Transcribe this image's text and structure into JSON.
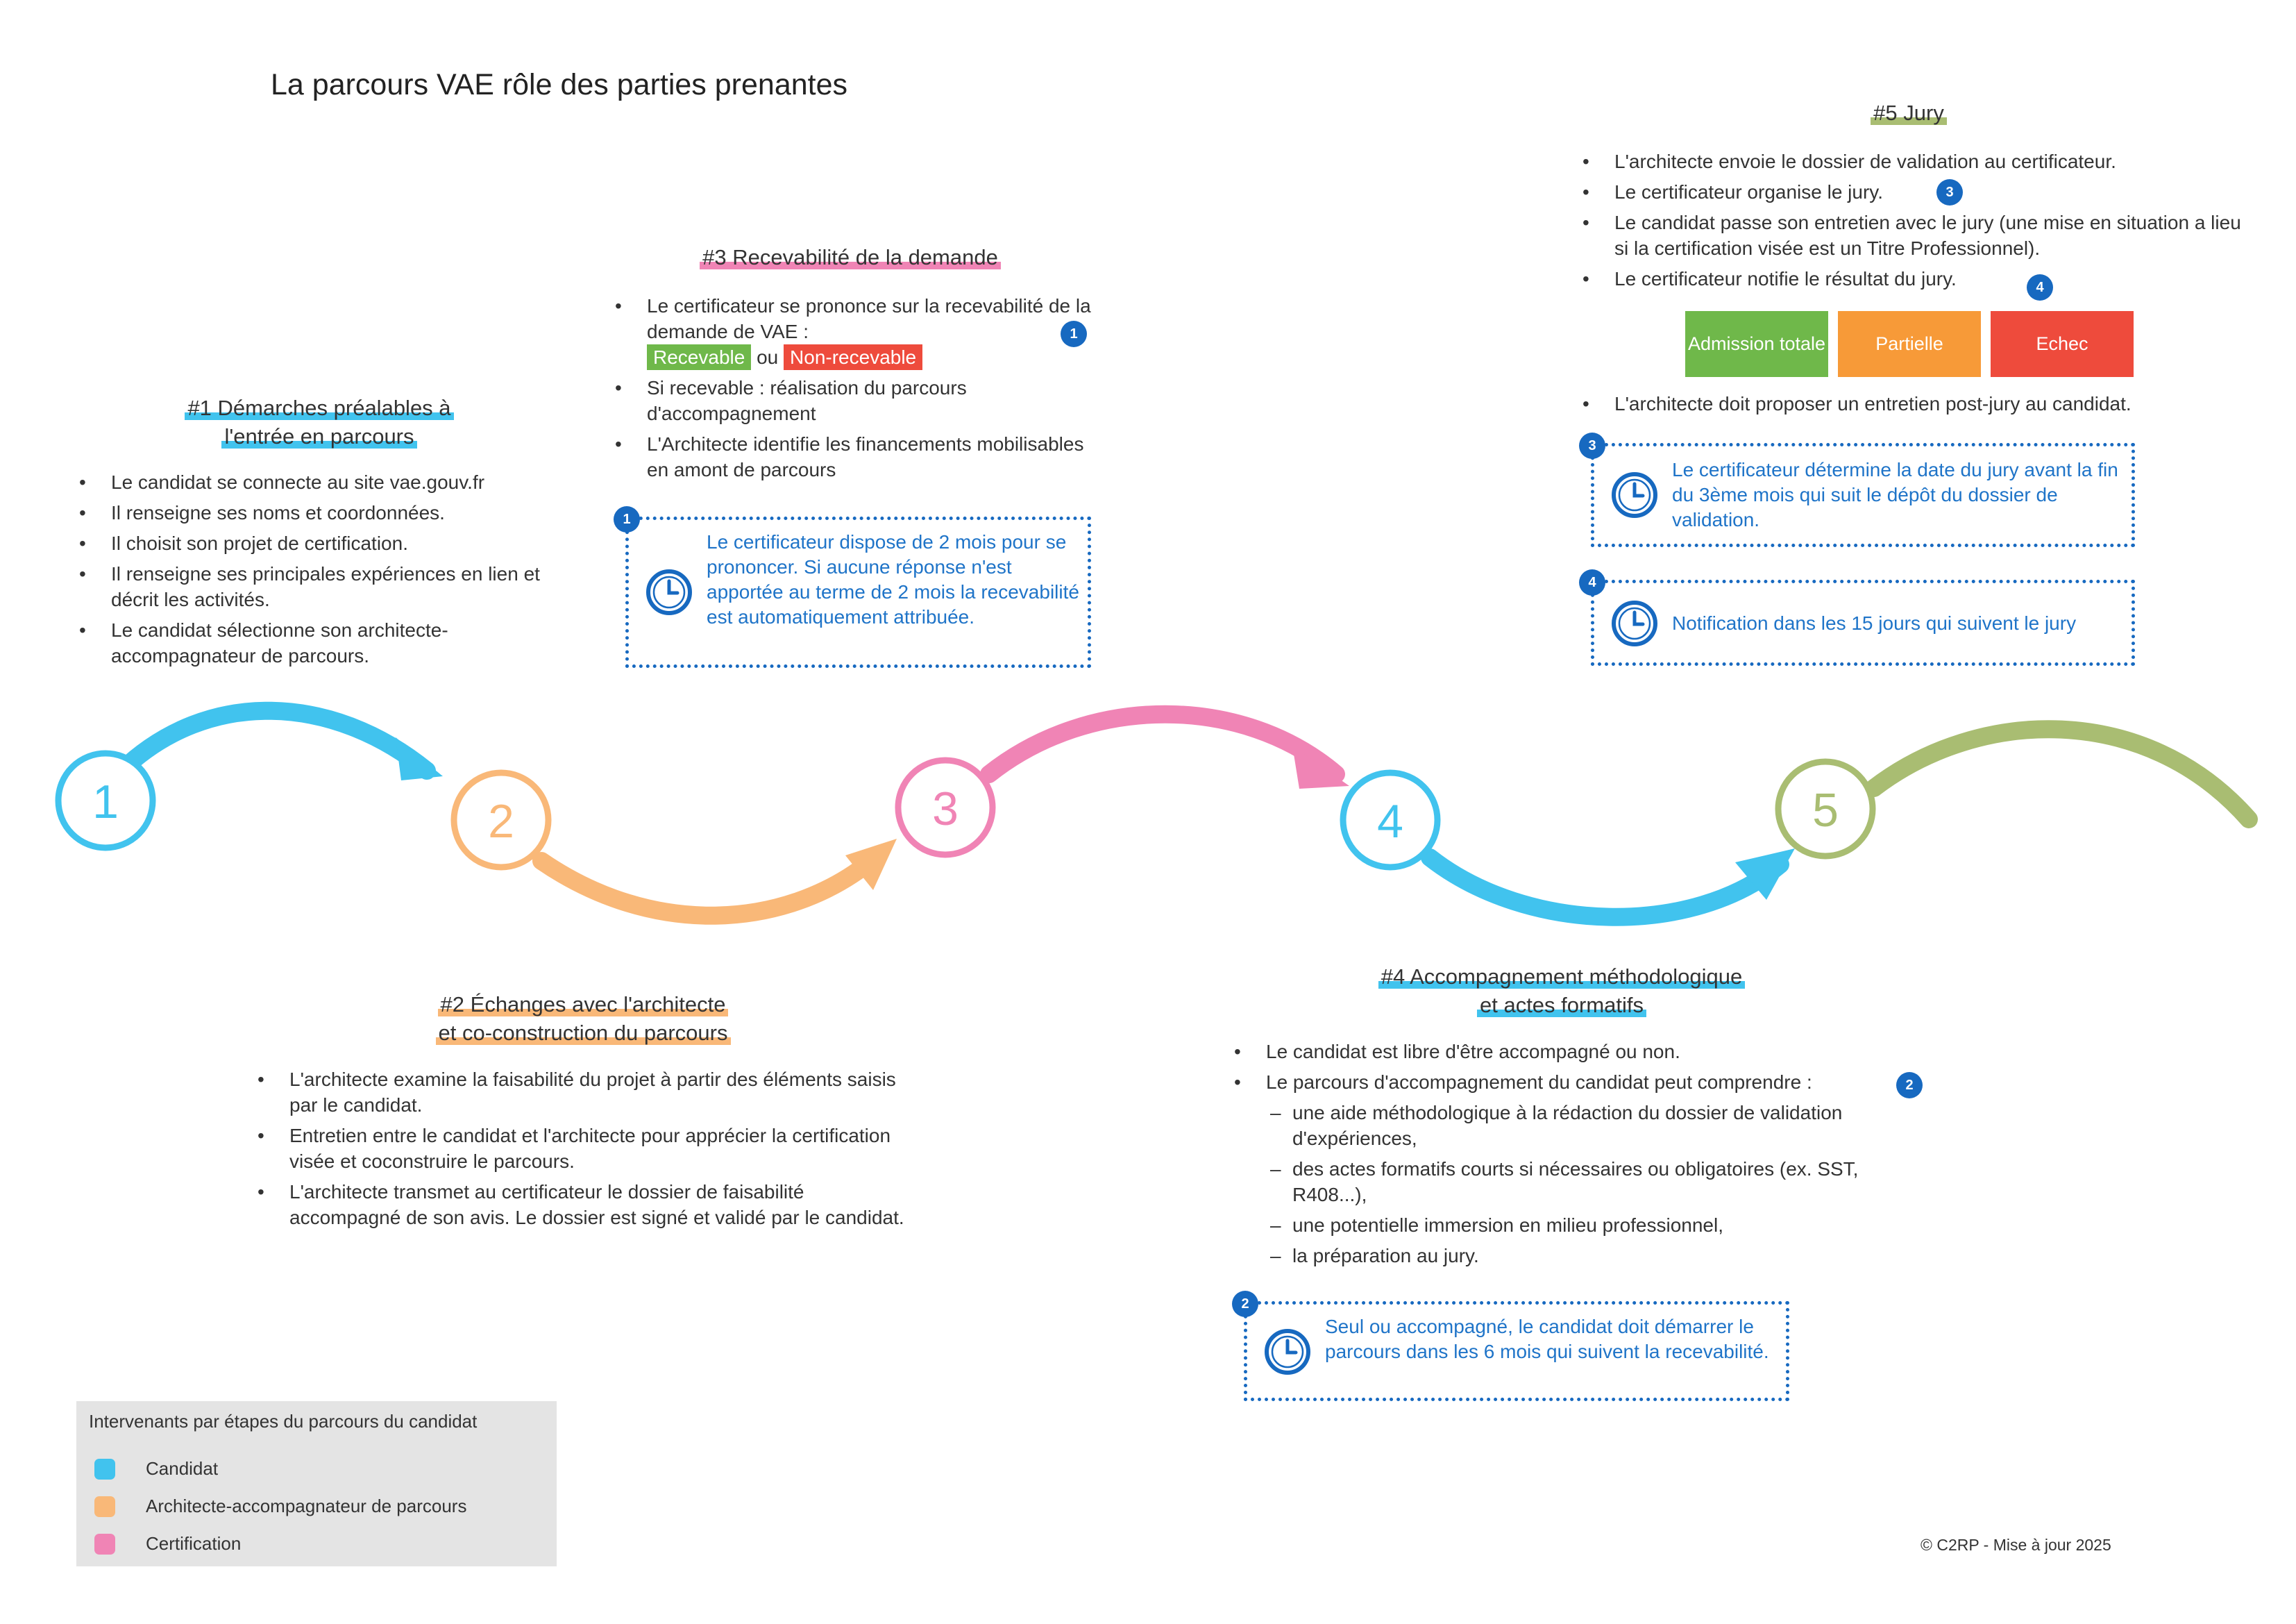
{
  "title": "La parcours VAE rôle des parties prenantes",
  "colors": {
    "step1": "#41c3ee",
    "step2": "#f9b878",
    "step3": "#f084b5",
    "step4": "#41c3ee",
    "step5": "#a9bd72",
    "accent_blue": "#1769c0"
  },
  "timeline": [
    "1",
    "2",
    "3",
    "4",
    "5"
  ],
  "step1": {
    "title_line1": "#1 Démarches préalables à",
    "title_line2": "l'entrée en parcours",
    "items": [
      "Le candidat se connecte au site vae.gouv.fr",
      "Il renseigne ses noms et coordonnées.",
      "Il choisit son projet de certification.",
      "Il renseigne ses principales expériences en lien et décrit les activités.",
      "Le candidat sélectionne son architecte-accompagnateur de parcours."
    ]
  },
  "step2": {
    "title_line1": "#2 Échanges avec l'architecte",
    "title_line2": "et co-construction du parcours",
    "items": [
      "L'architecte examine la faisabilité du projet à partir des éléments saisis par le candidat.",
      "Entretien entre le candidat et l'architecte pour apprécier la certification visée et coconstruire le parcours.",
      "L'architecte transmet au certificateur le dossier de faisabilité accompagné de son avis. Le dossier est signé et validé par le candidat."
    ]
  },
  "step3": {
    "title": "#3 Recevabilité de la demande",
    "item1": "Le certificateur se prononce sur la recevabilité de la demande de VAE :",
    "item1_badge": "1",
    "tag_ok": "Recevable",
    "tag_or": "ou",
    "tag_ko": "Non-recevable",
    "item2": "Si recevable : réalisation du parcours d'accompagnement",
    "item3": "L'Architecte identifie les financements mobilisables en amont de parcours",
    "note_badge": "1",
    "note": "Le certificateur dispose de 2 mois pour se prononcer. Si aucune réponse n'est apportée au terme de 2 mois la recevabilité est automatiquement attribuée."
  },
  "step4": {
    "title_line1": "#4 Accompagnement méthodologique",
    "title_line2": "et actes formatifs",
    "item1": "Le candidat est libre d'être accompagné ou non.",
    "item2": "Le parcours d'accompagnement du candidat peut comprendre :",
    "item2_badge": "2",
    "subitems": [
      "une aide méthodologique à la rédaction du dossier de validation d'expériences,",
      "des actes formatifs courts si nécessaires ou obligatoires (ex. SST, R408...),",
      "une potentielle immersion en milieu professionnel,",
      "la préparation au jury."
    ],
    "note_badge": "2",
    "note": "Seul ou accompagné, le candidat doit démarrer le parcours dans les 6 mois qui suivent la recevabilité."
  },
  "step5": {
    "title": "#5 Jury",
    "item1": "L'architecte envoie le dossier de validation au certificateur.",
    "item2": "Le certificateur organise le jury.",
    "item2_badge": "3",
    "item3": "Le candidat passe son entretien avec le jury (une mise en situation a lieu si la certification visée est un Titre Professionnel).",
    "item4": "Le certificateur notifie le résultat du jury.",
    "item4_badge": "4",
    "results": [
      {
        "label": "Admission totale",
        "color": "#6fb84a"
      },
      {
        "label": "Partielle",
        "color": "#f79a38"
      },
      {
        "label": "Echec",
        "color": "#ee4b3c"
      }
    ],
    "item5": "L'architecte doit proposer un entretien post-jury au candidat.",
    "note3_badge": "3",
    "note3": "Le certificateur détermine la date du jury avant la fin du 3ème mois qui suit le dépôt du dossier de validation.",
    "note4_badge": "4",
    "note4": "Notification dans les 15 jours qui suivent le jury"
  },
  "legend": {
    "title": "Intervenants par étapes du parcours du candidat",
    "items": [
      {
        "label": "Candidat",
        "color": "#41c3ee"
      },
      {
        "label": "Architecte-accompagnateur de parcours",
        "color": "#f9b878"
      },
      {
        "label": "Certification",
        "color": "#f084b5"
      }
    ]
  },
  "footer": "© C2RP - Mise à jour  2025"
}
